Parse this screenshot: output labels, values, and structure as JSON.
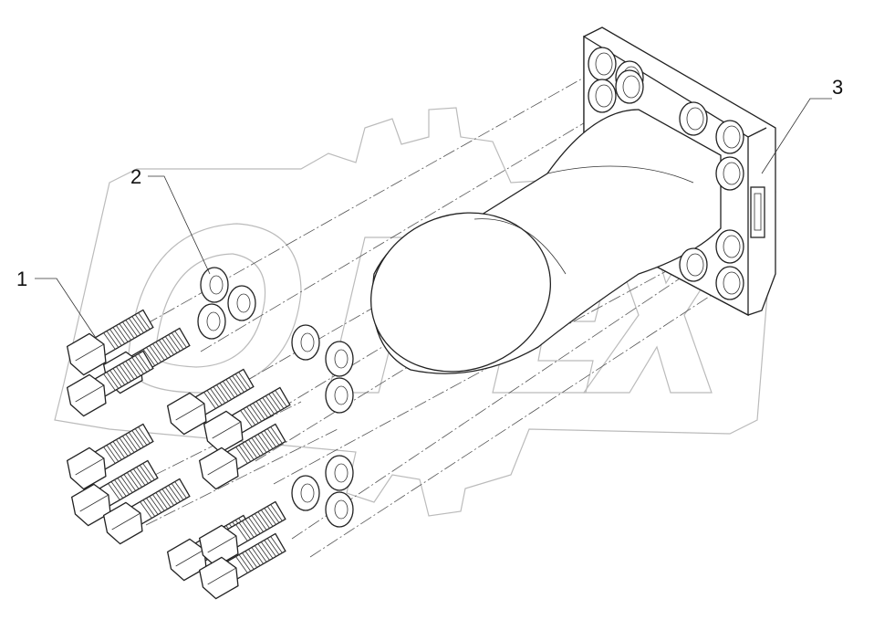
{
  "diagram": {
    "watermark": "OPEX",
    "callouts": [
      {
        "id": "1",
        "label": "1"
      },
      {
        "id": "2",
        "label": "2"
      },
      {
        "id": "3",
        "label": "3"
      }
    ],
    "colors": {
      "line": "#222222",
      "watermark": "#bbbbbb",
      "background": "#ffffff"
    }
  }
}
